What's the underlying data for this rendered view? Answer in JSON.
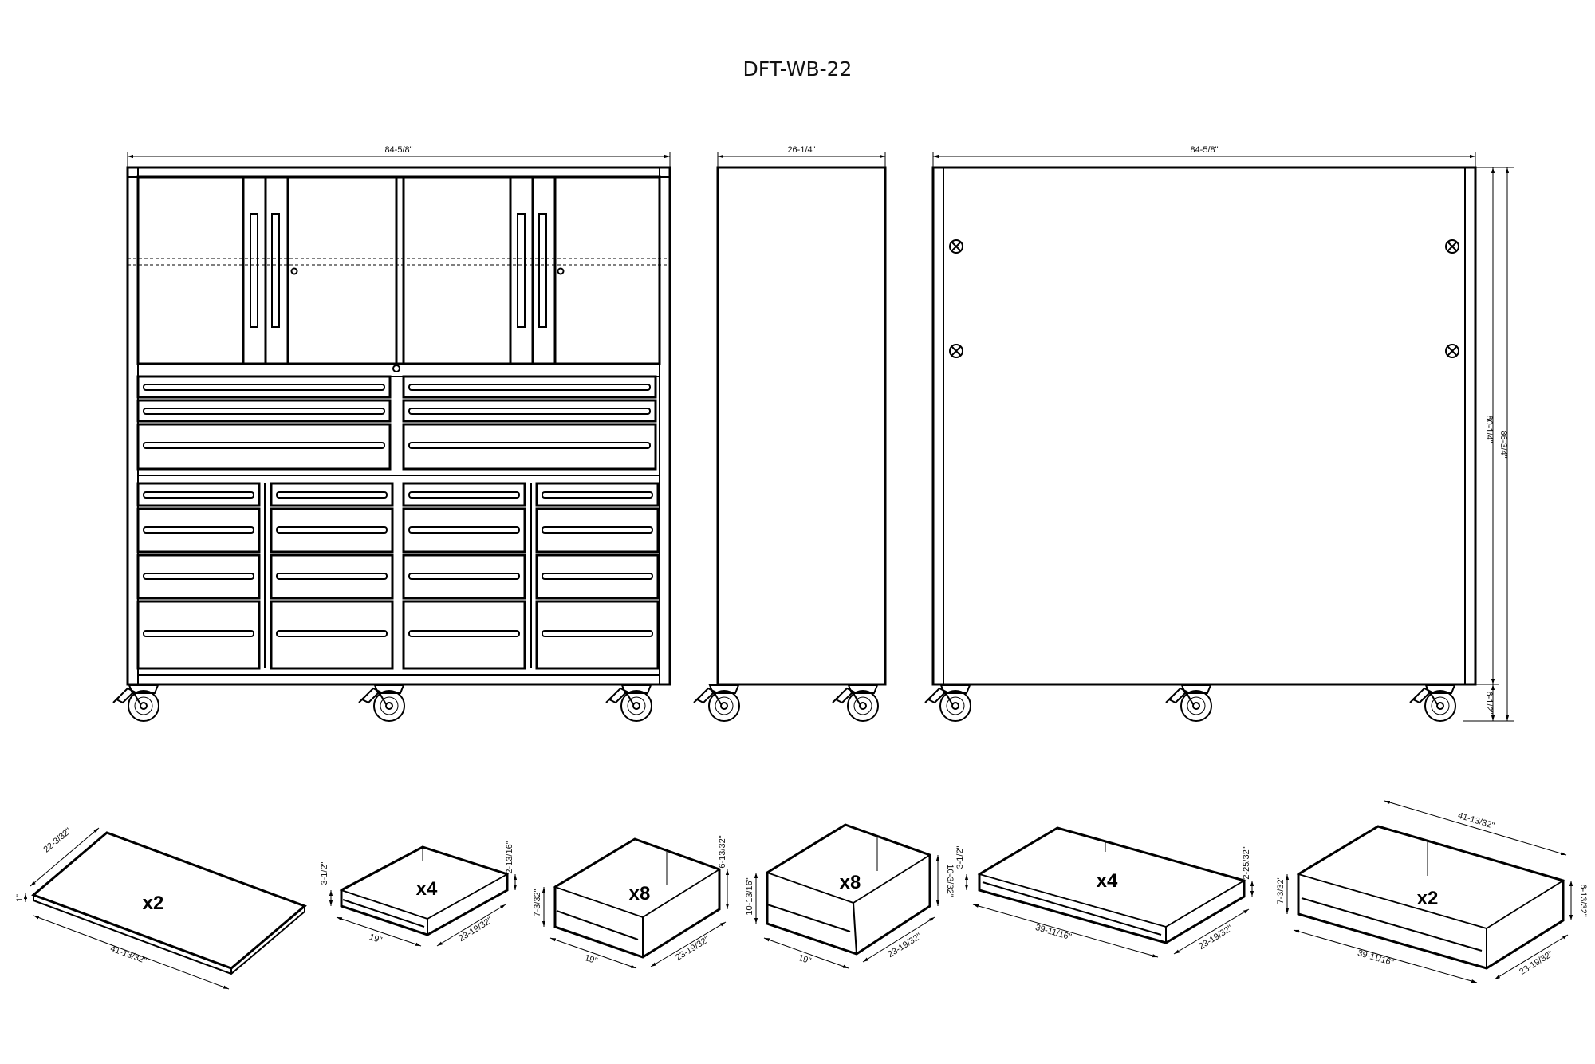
{
  "title": "DFT-WB-22",
  "views": {
    "front": {
      "width": "84-5/8\""
    },
    "side": {
      "depth": "26-1/4\""
    },
    "back": {
      "width": "84-5/8\"",
      "body_height": "80-1/4\"",
      "total_height": "86-3/4\"",
      "caster_height": "6-1/2\""
    }
  },
  "parts": [
    {
      "id": "worktop",
      "qty": "x2",
      "dims": [
        "22-3/32\"",
        "1\"",
        "41-13/32\""
      ]
    },
    {
      "id": "drawer-a",
      "qty": "x4",
      "dims": [
        "3-1/2\"",
        "2-13/16\"",
        "19\"",
        "23-19/32\""
      ]
    },
    {
      "id": "drawer-b",
      "qty": "x8",
      "dims": [
        "7-3/32\"",
        "6-13/32\"",
        "19\"",
        "23-19/32\""
      ]
    },
    {
      "id": "drawer-c",
      "qty": "x8",
      "dims": [
        "10-13/16\"",
        "10-3/32\"",
        "19\"",
        "23-19/32\""
      ]
    },
    {
      "id": "drawer-d",
      "qty": "x4",
      "dims": [
        "3-1/2\"",
        "2-25/32\"",
        "39-11/16\"",
        "23-19/32\""
      ]
    },
    {
      "id": "drawer-e",
      "qty": "x2",
      "dims": [
        "7-3/32\"",
        "6-13/32\"",
        "41-13/32\"",
        "39-11/16\"",
        "23-19/32\""
      ]
    }
  ],
  "colors": {
    "line": "#000000",
    "background": "#ffffff"
  }
}
